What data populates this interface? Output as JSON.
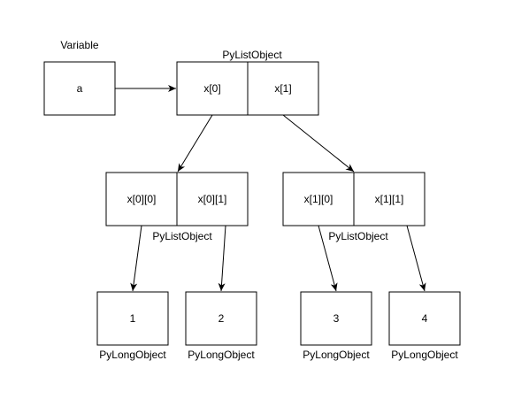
{
  "labels": {
    "variable": "Variable",
    "outer_list_type": "PyListObject",
    "inner_list_0_type": "PyListObject",
    "inner_list_1_type": "PyListObject",
    "long_type_1": "PyLongObject",
    "long_type_2": "PyLongObject",
    "long_type_3": "PyLongObject",
    "long_type_4": "PyLongObject"
  },
  "variable_box": {
    "name": "a"
  },
  "outer_list": {
    "cell_0": "x[0]",
    "cell_1": "x[1]"
  },
  "inner_list_0": {
    "cell_0": "x[0][0]",
    "cell_1": "x[0][1]"
  },
  "inner_list_1": {
    "cell_0": "x[1][0]",
    "cell_1": "x[1][1]"
  },
  "long_objects": {
    "v1": "1",
    "v2": "2",
    "v3": "3",
    "v4": "4"
  },
  "colors": {
    "stroke": "#000000",
    "background": "#ffffff"
  }
}
